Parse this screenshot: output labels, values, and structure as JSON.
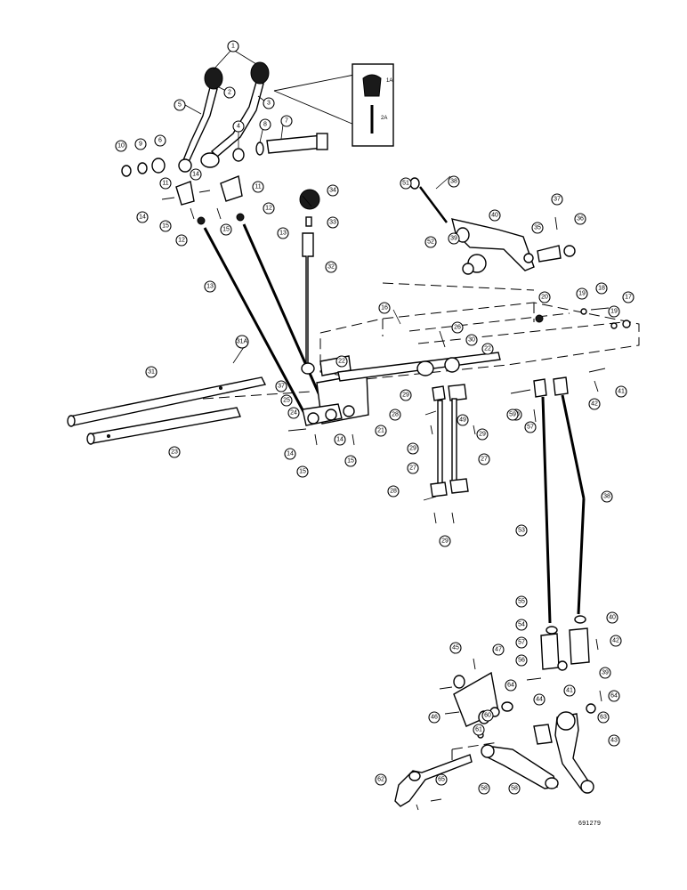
{
  "figure_number": "691279",
  "inset": {
    "labels": [
      "1A",
      "2A"
    ]
  },
  "callouts": [
    {
      "id": "c1",
      "label": "1"
    },
    {
      "id": "c2",
      "label": "2"
    },
    {
      "id": "c3",
      "label": "3"
    },
    {
      "id": "c4",
      "label": "4"
    },
    {
      "id": "c5",
      "label": "5"
    },
    {
      "id": "c6",
      "label": "6"
    },
    {
      "id": "c7",
      "label": "7"
    },
    {
      "id": "c8",
      "label": "8"
    },
    {
      "id": "c9",
      "label": "9"
    },
    {
      "id": "c10",
      "label": "10"
    },
    {
      "id": "c11a",
      "label": "11"
    },
    {
      "id": "c11b",
      "label": "11"
    },
    {
      "id": "c12a",
      "label": "12"
    },
    {
      "id": "c12b",
      "label": "12"
    },
    {
      "id": "c13a",
      "label": "13"
    },
    {
      "id": "c13b",
      "label": "13"
    },
    {
      "id": "c14a",
      "label": "14"
    },
    {
      "id": "c14b",
      "label": "14"
    },
    {
      "id": "c14c",
      "label": "14"
    },
    {
      "id": "c14d",
      "label": "14"
    },
    {
      "id": "c15a",
      "label": "15"
    },
    {
      "id": "c15b",
      "label": "15"
    },
    {
      "id": "c15c",
      "label": "15"
    },
    {
      "id": "c15d",
      "label": "15"
    },
    {
      "id": "c16",
      "label": "16"
    },
    {
      "id": "c17",
      "label": "17"
    },
    {
      "id": "c18",
      "label": "18"
    },
    {
      "id": "c19a",
      "label": "19"
    },
    {
      "id": "c19b",
      "label": "19"
    },
    {
      "id": "c20",
      "label": "20"
    },
    {
      "id": "c21",
      "label": "21"
    },
    {
      "id": "c22a",
      "label": "22"
    },
    {
      "id": "c22b",
      "label": "22"
    },
    {
      "id": "c23",
      "label": "23"
    },
    {
      "id": "c24",
      "label": "24"
    },
    {
      "id": "c25",
      "label": "25"
    },
    {
      "id": "c26",
      "label": "26"
    },
    {
      "id": "c27a",
      "label": "27"
    },
    {
      "id": "c27b",
      "label": "27"
    },
    {
      "id": "c28a",
      "label": "28"
    },
    {
      "id": "c28b",
      "label": "28"
    },
    {
      "id": "c29a",
      "label": "29"
    },
    {
      "id": "c29b",
      "label": "29"
    },
    {
      "id": "c29c",
      "label": "29"
    },
    {
      "id": "c29d",
      "label": "29"
    },
    {
      "id": "c30",
      "label": "30"
    },
    {
      "id": "c31",
      "label": "31"
    },
    {
      "id": "c31a",
      "label": "31A"
    },
    {
      "id": "c32",
      "label": "32"
    },
    {
      "id": "c33",
      "label": "33"
    },
    {
      "id": "c34",
      "label": "34"
    },
    {
      "id": "c35",
      "label": "35"
    },
    {
      "id": "c36",
      "label": "36"
    },
    {
      "id": "c37a",
      "label": "37"
    },
    {
      "id": "c37b",
      "label": "37"
    },
    {
      "id": "c38a",
      "label": "38"
    },
    {
      "id": "c38b",
      "label": "38"
    },
    {
      "id": "c39a",
      "label": "39"
    },
    {
      "id": "c39b",
      "label": "39"
    },
    {
      "id": "c40a",
      "label": "40"
    },
    {
      "id": "c40b",
      "label": "40"
    },
    {
      "id": "c41a",
      "label": "41"
    },
    {
      "id": "c41b",
      "label": "41"
    },
    {
      "id": "c42a",
      "label": "42"
    },
    {
      "id": "c42b",
      "label": "42"
    },
    {
      "id": "c43",
      "label": "43"
    },
    {
      "id": "c44",
      "label": "44"
    },
    {
      "id": "c45",
      "label": "45"
    },
    {
      "id": "c46",
      "label": "46"
    },
    {
      "id": "c47",
      "label": "47"
    },
    {
      "id": "c49",
      "label": "49"
    },
    {
      "id": "c50",
      "label": "50"
    },
    {
      "id": "c51",
      "label": "51"
    },
    {
      "id": "c52",
      "label": "52"
    },
    {
      "id": "c53",
      "label": "53"
    },
    {
      "id": "c54",
      "label": "54"
    },
    {
      "id": "c55",
      "label": "55"
    },
    {
      "id": "c56",
      "label": "56"
    },
    {
      "id": "c57a",
      "label": "57"
    },
    {
      "id": "c57b",
      "label": "57"
    },
    {
      "id": "c58a",
      "label": "58"
    },
    {
      "id": "c58b",
      "label": "58"
    },
    {
      "id": "c59",
      "label": "59"
    },
    {
      "id": "c60",
      "label": "60"
    },
    {
      "id": "c61",
      "label": "61"
    },
    {
      "id": "c62",
      "label": "62"
    },
    {
      "id": "c63",
      "label": "63"
    },
    {
      "id": "c64a",
      "label": "64"
    },
    {
      "id": "c64b",
      "label": "64"
    },
    {
      "id": "c65",
      "label": "65"
    }
  ]
}
